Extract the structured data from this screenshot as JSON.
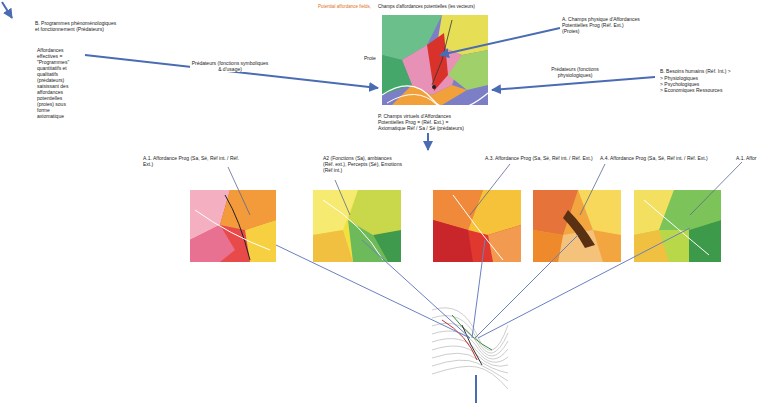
{
  "diagram": {
    "nodes": [
      {
        "text": [
          "Proie"
        ]
      },
      {
        "text": [
          "A.1. Affordance Prog (Sa, Sé, Réf int. / Réf. Ext.)"
        ]
      },
      {
        "text": [
          "A2 (Fonctions (Sa), ambiances (Réf. ext.), Percepts (Sé), Emotions (Réf int.)"
        ]
      },
      {
        "text": [
          "A.3. Affordance Prog (Sa, Sé, Réf int. / Réf. Ext.)"
        ]
      },
      {
        "text": [
          "A.4. Affordance Prog (Sa, Sé, Réf int. / Réf. Ext.)"
        ]
      },
      {
        "text": [
          "A.1. Affor"
        ]
      }
    ],
    "labels": [
      "Potential affordance fields,",
      "Champs d'affordances potentielles (les vecteurs)",
      "B. Programmes phénoménologiques et fonctionnement (Prédateurs)",
      "Affordances effectives = \"Programmes\" quantitatifs et qualitatifs (prédateurs) saisissant des affordances potentielles (proies) sous forme axiomatique",
      "Prédateurs (fonctions symboliques & d'usage)",
      "A. Champs physique d'Affordances Potentielles Prog (Réf. Ext.) (Proies)",
      "Prédateurs (fonctions physiologiques)",
      "B. Besoins humains (Réf. Int.) >",
      "> Physiologiques",
      "> Psychologiques",
      "> Economiques Ressources",
      "P. Champs virtuels d'Affordances Potentielles Prog = (Réf. Ext.) = Axiomatique Réf / Sa / Sé (prédateurs)"
    ]
  }
}
